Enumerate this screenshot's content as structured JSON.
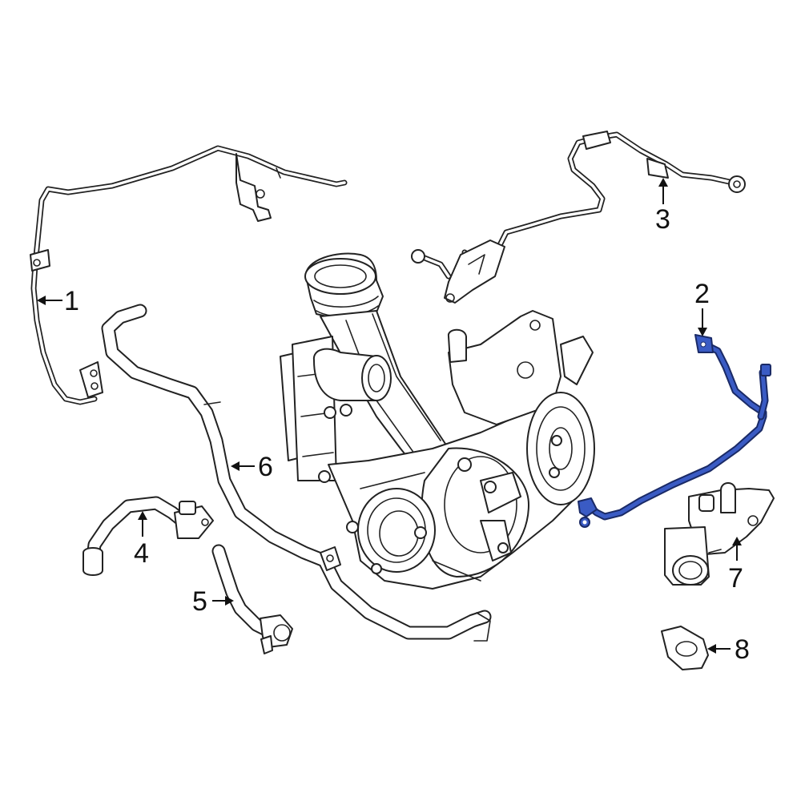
{
  "colors": {
    "line": "#222222",
    "highlight_fill": "#3a5bc4",
    "highlight_stroke": "#1a2a66",
    "background": "#ffffff"
  },
  "callouts": [
    {
      "id": "1",
      "label": "1"
    },
    {
      "id": "2",
      "label": "2"
    },
    {
      "id": "3",
      "label": "3"
    },
    {
      "id": "4",
      "label": "4"
    },
    {
      "id": "5",
      "label": "5"
    },
    {
      "id": "6",
      "label": "6"
    },
    {
      "id": "7",
      "label": "7"
    },
    {
      "id": "8",
      "label": "8"
    }
  ],
  "highlighted_part": "2"
}
